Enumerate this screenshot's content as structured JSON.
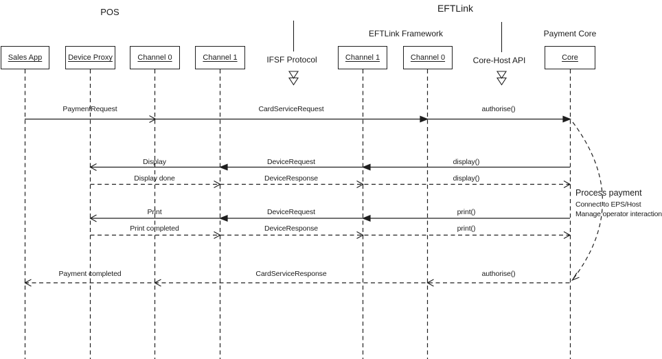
{
  "colors": {
    "background": "#ffffff",
    "line": "#1f1f1f",
    "text": "#1a1a1a"
  },
  "diagram": {
    "groups": {
      "pos": "POS",
      "eftlink": "EFTLink",
      "eftlink_framework": "EFTLink Framework",
      "payment_core": "Payment Core"
    },
    "pointers": {
      "ifsf": "IFSF Protocol",
      "core_host": "Core-Host API"
    },
    "participants": [
      {
        "label": "Sales App"
      },
      {
        "label": "Device Proxy"
      },
      {
        "label": "Channel 0"
      },
      {
        "label": "Channel 1"
      },
      {
        "label": "Channel 1"
      },
      {
        "label": "Channel 0"
      },
      {
        "label": "Core"
      }
    ],
    "messages": [
      {
        "labels": [
          "PaymentRequest",
          "CardServiceRequest",
          "authorise()"
        ]
      },
      {
        "labels": [
          "Display",
          "DeviceRequest",
          "display()"
        ]
      },
      {
        "labels": [
          "Display done",
          "DeviceResponse",
          "display()"
        ]
      },
      {
        "labels": [
          "Print",
          "DeviceRequest",
          "print()"
        ]
      },
      {
        "labels": [
          "Print completed",
          "DeviceResponse",
          "print()"
        ]
      },
      {
        "labels": [
          "Payment completed",
          "CardServiceResponse",
          "authorise()"
        ]
      }
    ],
    "note": {
      "title": "Process payment",
      "lines": [
        "Connect to EPS/Host",
        "Manage operator interaction"
      ]
    }
  }
}
